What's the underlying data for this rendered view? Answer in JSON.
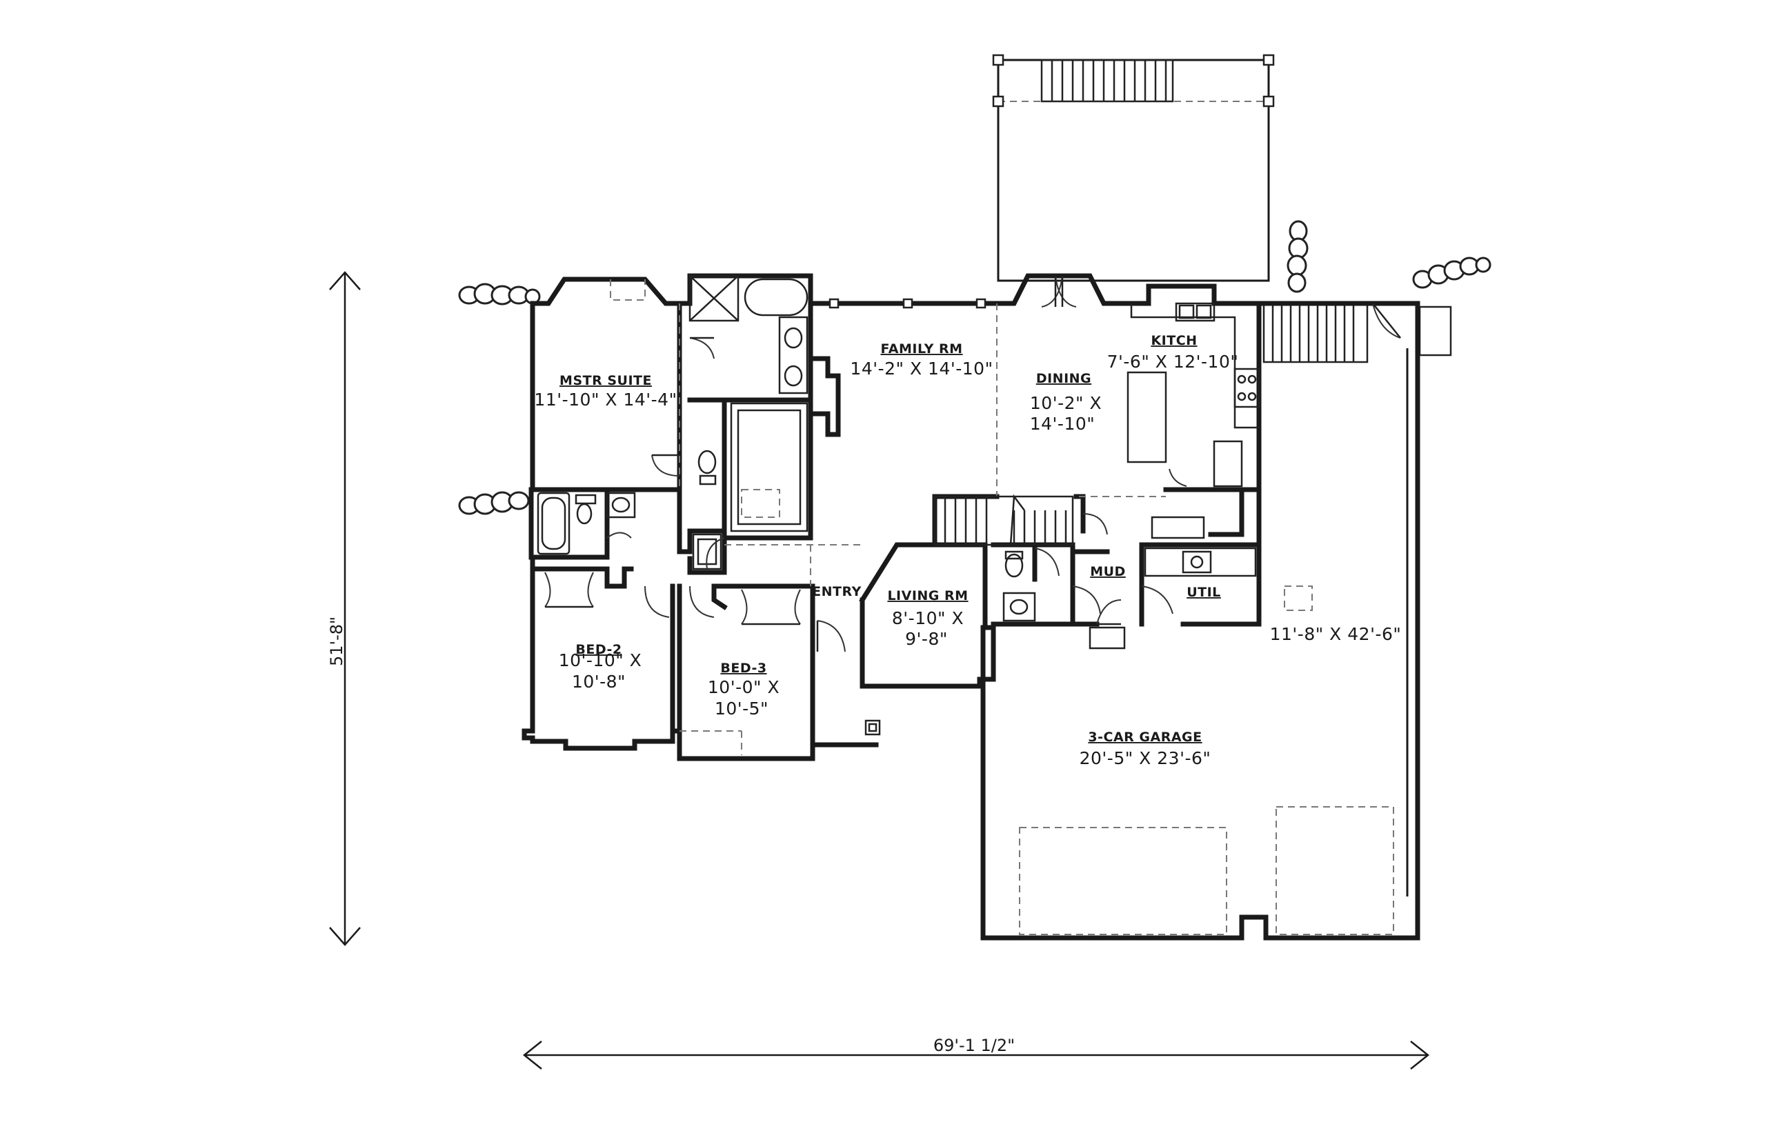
{
  "overall_dimensions": {
    "width": "69'-1 1/2\"",
    "depth": "51'-8\""
  },
  "rooms": {
    "master_suite": {
      "name": "MSTR SUITE",
      "size": "11'-10\" X 14'-4\""
    },
    "family_room": {
      "name": "FAMILY RM",
      "size": "14'-2\" X 14'-10\""
    },
    "dining": {
      "name": "DINING",
      "size_line1": "10'-2\" X",
      "size_line2": "14'-10\""
    },
    "kitchen": {
      "name": "KITCH",
      "size": "7'-6\" X 12'-10\""
    },
    "living_room": {
      "name": "LIVING RM",
      "size_line1": "8'-10\" X",
      "size_line2": "9'-8\""
    },
    "entry": {
      "name": "ENTRY"
    },
    "bed_2": {
      "name": "BED-2",
      "size_line1": "10'-10\" X",
      "size_line2": "10'-8\""
    },
    "bed_3": {
      "name": "BED-3",
      "size_line1": "10'-0\" X",
      "size_line2": "10'-5\""
    },
    "mud": {
      "name": "MUD"
    },
    "util": {
      "name": "UTIL"
    },
    "garage": {
      "name": "3-CAR GARAGE",
      "size": "20'-5\" X 23'-6\"",
      "side_size": "11'-8\" X 42'-6\""
    }
  }
}
